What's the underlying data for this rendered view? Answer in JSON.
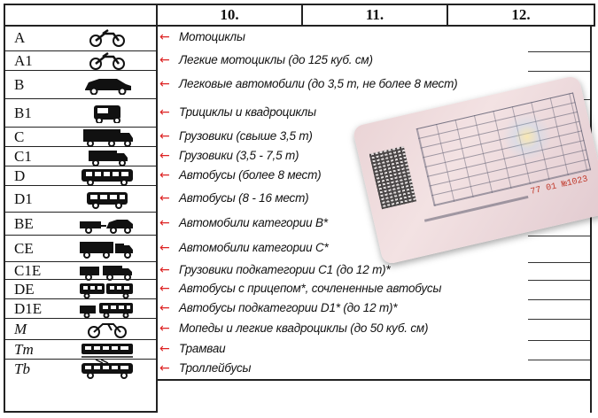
{
  "header": {
    "col10": "10.",
    "col11": "11.",
    "col12": "12."
  },
  "categories": [
    {
      "code": "A",
      "italic": false,
      "icon": "motorcycle-icon",
      "desc": "Мотоциклы"
    },
    {
      "code": "A1",
      "italic": false,
      "icon": "motorcycle-icon",
      "desc": "Легкие мотоциклы (до 125 куб. см)"
    },
    {
      "code": "B",
      "italic": false,
      "icon": "car-icon",
      "desc": "Легковые автомобили (до 3,5 т, не более 8 мест)"
    },
    {
      "code": "B1",
      "italic": false,
      "icon": "tricycle-icon",
      "desc": "Трициклы и квадроциклы"
    },
    {
      "code": "C",
      "italic": false,
      "icon": "truck-icon",
      "desc": "Грузовики (свыше 3,5 т)"
    },
    {
      "code": "C1",
      "italic": false,
      "icon": "small-truck-icon",
      "desc": "Грузовики (3,5 - 7,5 т)"
    },
    {
      "code": "D",
      "italic": false,
      "icon": "bus-icon",
      "desc": "Автобусы (более 8 мест)"
    },
    {
      "code": "D1",
      "italic": false,
      "icon": "minibus-icon",
      "desc": "Автобусы (8 - 16 мест)"
    },
    {
      "code": "BE",
      "italic": false,
      "icon": "car-trailer-icon",
      "desc": "Автомобили категории B*"
    },
    {
      "code": "CE",
      "italic": false,
      "icon": "truck-trailer-icon",
      "desc": "Автомобили категории C*"
    },
    {
      "code": "C1E",
      "italic": false,
      "icon": "small-truck-trailer-icon",
      "desc": "Грузовики подкатегории C1 (до 12 т)*"
    },
    {
      "code": "DE",
      "italic": false,
      "icon": "bus-trailer-icon",
      "desc": "Автобусы с прицепом*, сочлененные автобусы"
    },
    {
      "code": "D1E",
      "italic": false,
      "icon": "minibus-trailer-icon",
      "desc": "Автобусы подкатегории D1* (до 12 т)*"
    },
    {
      "code": "M",
      "italic": true,
      "icon": "moped-icon",
      "desc": "Мопеды и легкие квадроциклы (до 50 куб. см)"
    },
    {
      "code": "Tm",
      "italic": true,
      "icon": "tram-icon",
      "desc": "Трамваи"
    },
    {
      "code": "Tb",
      "italic": true,
      "icon": "trolleybus-icon",
      "desc": "Троллейбусы"
    }
  ],
  "arrow_symbol": "←",
  "card": {
    "serial": "77 01 №1023"
  },
  "colors": {
    "arrow": "#d22222",
    "card": "#ead4d6",
    "lines": "#222222"
  }
}
